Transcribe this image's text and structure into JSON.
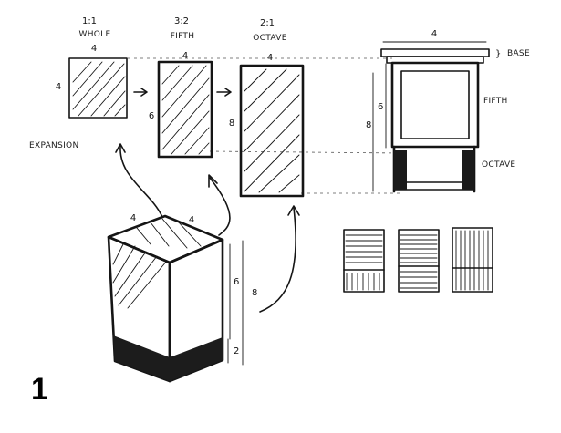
{
  "ratios": [
    {
      "ratio": "1:1",
      "name": "WHOLE"
    },
    {
      "ratio": "3:2",
      "name": "FIFTH"
    },
    {
      "ratio": "2:1",
      "name": "OCTAVE"
    }
  ],
  "dims": {
    "sq_top": "4",
    "sq_left": "4",
    "fifth_top": "4",
    "fifth_left": "6",
    "octave_top": "4",
    "octave_left": "8",
    "elev_top": "4",
    "elev_mid": "8",
    "elev_right": "6",
    "base_label": "BASE",
    "fifth_label": "FIFTH",
    "octave_label": "OCTAVE",
    "box_w1": "4",
    "box_w2": "4",
    "box_h6": "6",
    "box_h8": "8",
    "box_h2": "2"
  },
  "labels": {
    "expansion": "EXPANSION",
    "figure_number": "1"
  }
}
